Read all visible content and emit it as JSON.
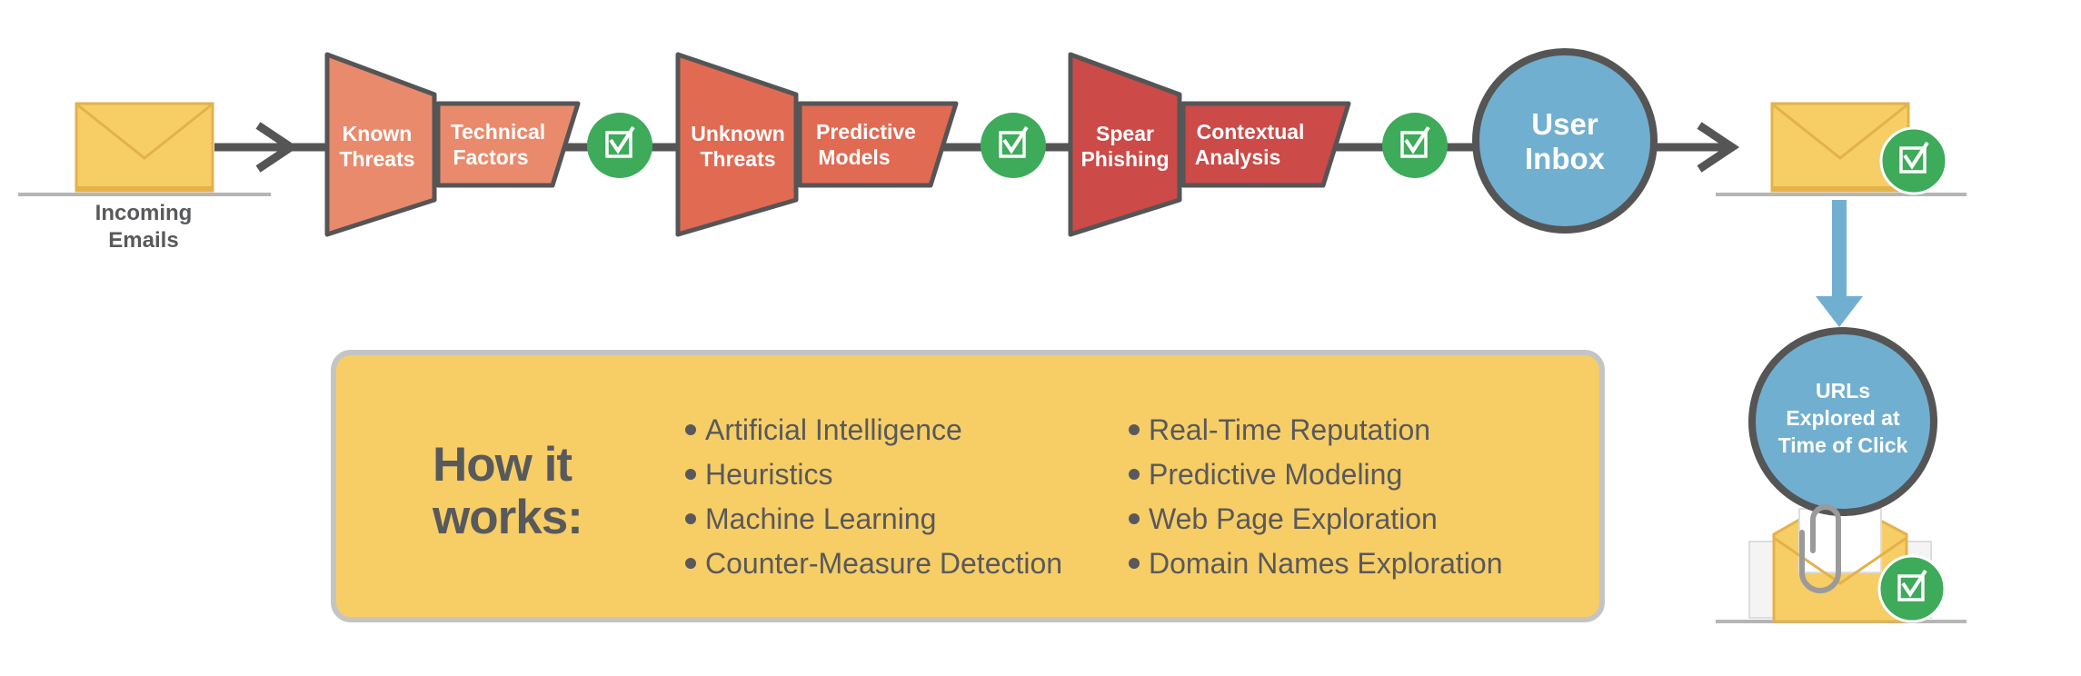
{
  "colors": {
    "line": "#555555",
    "envelope": "#f7cd66",
    "check": "#3dab5a",
    "inbox_blue": "#71afd0",
    "stage1": "#ea8a6c",
    "stage2": "#e16a53",
    "stage3": "#cc4a47",
    "box": "#f7cd66"
  },
  "incoming": {
    "label_line1": "Incoming",
    "label_line2": "Emails",
    "icon": "envelope-icon"
  },
  "stages": [
    {
      "left_line1": "Known",
      "left_line2": "Threats",
      "right_line1": "Technical",
      "right_line2": "Factors"
    },
    {
      "left_line1": "Unknown",
      "left_line2": "Threats",
      "right_line1": "Predictive",
      "right_line2": "Models"
    },
    {
      "left_line1": "Spear",
      "left_line2": "Phishing",
      "right_line1": "Contextual",
      "right_line2": "Analysis"
    }
  ],
  "inbox": {
    "line1": "User",
    "line2": "Inbox"
  },
  "urls": {
    "line1": "URLs",
    "line2": "Explored at",
    "line3": "Time of Click"
  },
  "how": {
    "title_line1": "How it",
    "title_line2": "works:",
    "left_items": [
      "Artificial Intelligence",
      "Heuristics",
      "Machine Learning",
      "Counter-Measure Detection"
    ],
    "right_items": [
      "Real-Time Reputation",
      "Predictive Modeling",
      "Web Page Exploration",
      "Domain Names Exploration"
    ]
  }
}
